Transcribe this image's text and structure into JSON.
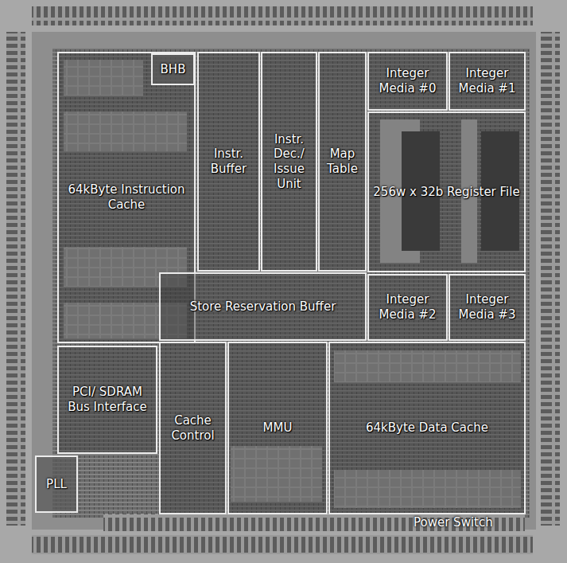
{
  "diagram": {
    "nodes": [
      {
        "text": [
          "64kByte Instruction Cache"
        ]
      },
      {
        "text": [
          "BHB"
        ]
      },
      {
        "text": [
          "Instr. Buffer"
        ]
      },
      {
        "text": [
          "Instr. Dec./ Issue Unit"
        ]
      },
      {
        "text": [
          "Map Table"
        ]
      },
      {
        "text": [
          "Integer Media #0"
        ]
      },
      {
        "text": [
          "Integer Media #1"
        ]
      },
      {
        "text": [
          "256w x 32b Register File"
        ]
      },
      {
        "text": [
          "Store Reservation Buffer"
        ]
      },
      {
        "text": [
          "Integer Media #2"
        ]
      },
      {
        "text": [
          "Integer Media #3"
        ]
      },
      {
        "text": [
          "PCI/ SDRAM Bus Interface"
        ]
      },
      {
        "text": [
          "Cache Control"
        ]
      },
      {
        "text": [
          "MMU"
        ]
      },
      {
        "text": [
          "64kByte Data Cache"
        ]
      },
      {
        "text": [
          "PLL"
        ]
      }
    ],
    "labels": [
      "Power Switch"
    ]
  }
}
